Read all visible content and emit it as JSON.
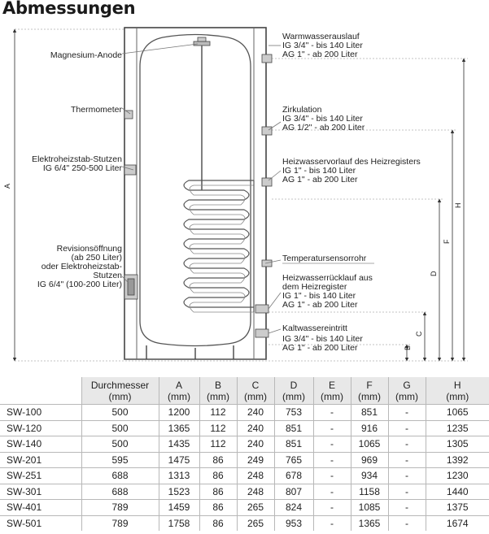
{
  "title": "Abmessungen",
  "diagram": {
    "labels_left": {
      "anode": "Magnesium-Anode",
      "thermometer": "Thermometer",
      "heater_l1": "Elektroheizstab-Stutzen",
      "heater_l2": "IG 6/4\" 250-500 Liter",
      "rev_l1": "Revisionsöffnung",
      "rev_l2": "(ab 250 Liter)",
      "rev_l3": "oder Elektroheizstab-",
      "rev_l4": "Stutzen",
      "rev_l5": "IG 6/4\" (100-200 Liter)"
    },
    "labels_right": {
      "ww_l1": "Warmwasserauslauf",
      "ww_l2": "IG 3/4\" - bis 140 Liter",
      "ww_l3": "AG 1\" - ab 200 Liter",
      "zi_l1": "Zirkulation",
      "zi_l2": "IG 3/4\" - bis 140 Liter",
      "zi_l3": "AG 1/2\" - ab 200 Liter",
      "hv_l1": "Heizwasservorlauf des Heizregisters",
      "hv_l2": "IG 1\" - bis 140 Liter",
      "hv_l3": "AG 1\" - ab 200 Liter",
      "tr_l1": "Temperatursensorrohr",
      "hr_l1": "Heizwasserrücklauf aus",
      "hr_l2": "dem Heizregister",
      "hr_l3": "IG 1\" - bis 140 Liter",
      "hr_l4": "AG 1\" - ab 200 Liter",
      "kw_l1": "Kaltwassereintritt",
      "kw_l2": "IG 3/4\" - bis 140 Liter",
      "kw_l3": "AG 1\" - ab 200 Liter"
    },
    "dimension_letters": {
      "a": "A",
      "b": "B",
      "c": "C",
      "d": "D",
      "f": "F",
      "h": "H"
    }
  },
  "table": {
    "headers": [
      {
        "l1": "Durchmesser",
        "l2": "(mm)"
      },
      {
        "l1": "A",
        "l2": "(mm)"
      },
      {
        "l1": "B",
        "l2": "(mm)"
      },
      {
        "l1": "C",
        "l2": "(mm)"
      },
      {
        "l1": "D",
        "l2": "(mm)"
      },
      {
        "l1": "E",
        "l2": "(mm)"
      },
      {
        "l1": "F",
        "l2": "(mm)"
      },
      {
        "l1": "G",
        "l2": "(mm)"
      },
      {
        "l1": "H",
        "l2": "(mm)"
      }
    ],
    "rows": [
      [
        "SW-100",
        "500",
        "1200",
        "112",
        "240",
        "753",
        "-",
        "851",
        "-",
        "1065"
      ],
      [
        "SW-120",
        "500",
        "1365",
        "112",
        "240",
        "851",
        "-",
        "916",
        "-",
        "1235"
      ],
      [
        "SW-140",
        "500",
        "1435",
        "112",
        "240",
        "851",
        "-",
        "1065",
        "-",
        "1305"
      ],
      [
        "SW-201",
        "595",
        "1475",
        "86",
        "249",
        "765",
        "-",
        "969",
        "-",
        "1392"
      ],
      [
        "SW-251",
        "688",
        "1313",
        "86",
        "248",
        "678",
        "-",
        "934",
        "-",
        "1230"
      ],
      [
        "SW-301",
        "688",
        "1523",
        "86",
        "248",
        "807",
        "-",
        "1158",
        "-",
        "1440"
      ],
      [
        "SW-401",
        "789",
        "1459",
        "86",
        "265",
        "824",
        "-",
        "1085",
        "-",
        "1375"
      ],
      [
        "SW-501",
        "789",
        "1758",
        "86",
        "265",
        "953",
        "-",
        "1365",
        "-",
        "1674"
      ]
    ]
  }
}
